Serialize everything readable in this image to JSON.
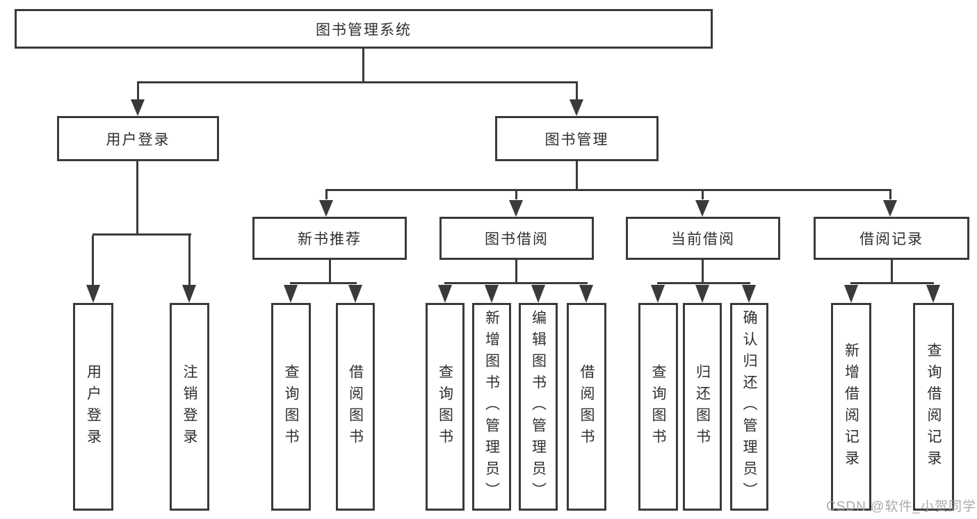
{
  "diagram": {
    "root": "图书管理系统",
    "level2": [
      "用户登录",
      "图书管理"
    ],
    "level3": [
      "新书推荐",
      "图书借阅",
      "当前借阅",
      "借阅记录"
    ],
    "leaves": [
      "用户登录",
      "注销登录",
      "查询图书",
      "借阅图书",
      "查询图书",
      "新增图书（管理员）",
      "编辑图书（管理员）",
      "借阅图书",
      "查询图书",
      "归还图书",
      "确认归还（管理员）",
      "新增借阅记录",
      "查询借阅记录"
    ]
  },
  "watermark": "CSDN @软件_小贺同学",
  "colors": {
    "line": "#3a3a3a",
    "text": "#2f2f2f",
    "watermark": "#9b9b9b",
    "background": "#ffffff"
  }
}
